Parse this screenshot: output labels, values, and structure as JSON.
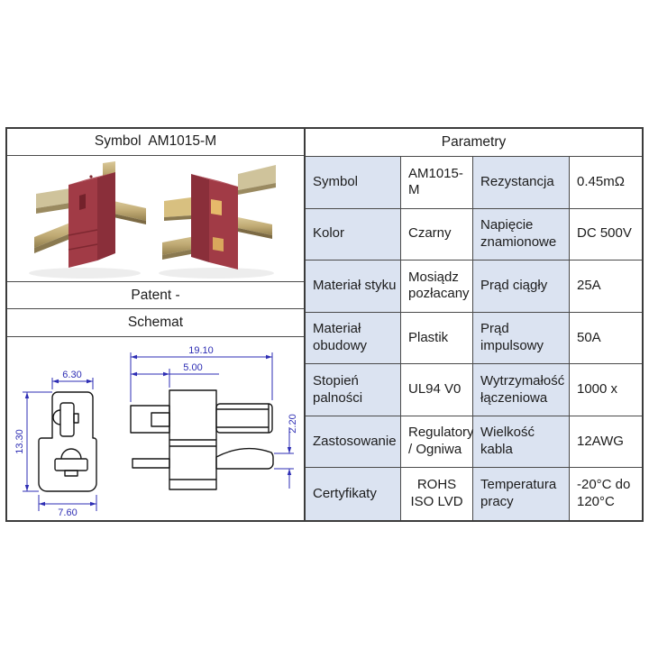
{
  "left_panel": {
    "symbol_header": "Symbol  AM1015-M",
    "patent_label": "Patent -",
    "schemat_label": "Schemat"
  },
  "photo": {
    "body_color": "#a13b46",
    "body_side_color": "#8a2f3a",
    "body_top_color": "#b4505b",
    "contact_gold_color": "#c0aa74"
  },
  "drawing": {
    "dim_color": "#2e2eb4",
    "front_view": {
      "top_width": "6.30",
      "height": "13.30",
      "bottom_width": "7.60"
    },
    "side_view": {
      "total_length": "19.10",
      "front_length": "5.00",
      "blade_thickness": "2.20"
    }
  },
  "parameters": {
    "header": "Parametry",
    "label_bg": "#dbe3f1",
    "rows": [
      {
        "label1": "Symbol",
        "value1": "AM1015-M",
        "label2": "Rezystancja",
        "value2": "0.45mΩ"
      },
      {
        "label1": "Kolor",
        "value1": "Czarny",
        "label2": "Napięcie znamionowe",
        "value2": "DC 500V"
      },
      {
        "label1": "Materiał styku",
        "value1": "Mosiądz pozłacany",
        "label2": "Prąd ciągły",
        "value2": "25A"
      },
      {
        "label1": "Materiał obudowy",
        "value1": "Plastik",
        "label2": "Prąd impulsowy",
        "value2": "50A"
      },
      {
        "label1": "Stopień palności",
        "value1": "UL94 V0",
        "label2": "Wytrzymałość łączeniowa",
        "value2": "1000 x"
      },
      {
        "label1": "Zastosowanie",
        "value1": "Regulatory / Ogniwa",
        "label2": "Wielkość kabla",
        "value2": "12AWG"
      },
      {
        "label1": "Certyfikaty",
        "value1": "ROHS ISO LVD",
        "label2": "Temperatura pracy",
        "value2": "-20°C do 120°C"
      }
    ]
  }
}
